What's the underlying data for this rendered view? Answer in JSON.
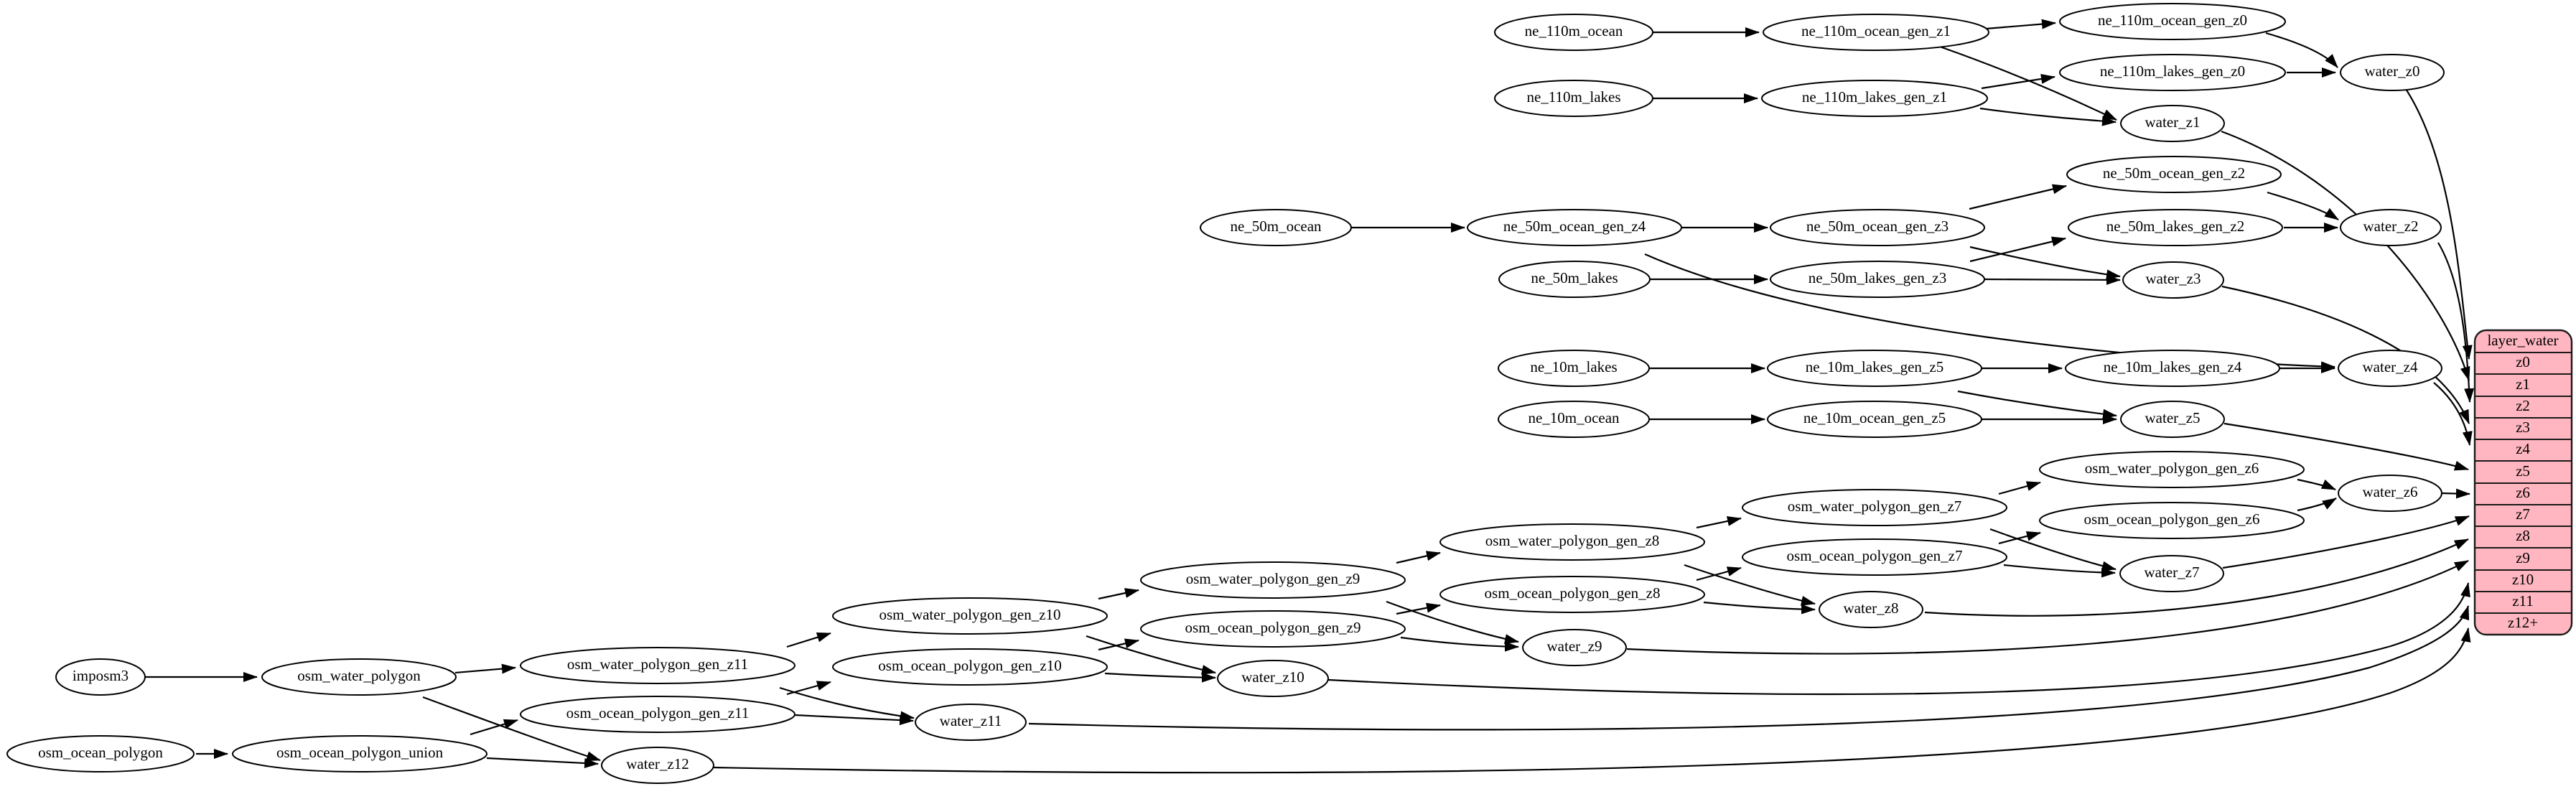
{
  "diagram": {
    "background": "#ffffff",
    "node_fill": "#ffffff",
    "node_stroke": "#000000",
    "edge_color": "#000000"
  },
  "nodes": {
    "ne_110m_ocean": {
      "label": "ne_110m_ocean"
    },
    "ne_110m_ocean_gen_z1": {
      "label": "ne_110m_ocean_gen_z1"
    },
    "ne_110m_ocean_gen_z0": {
      "label": "ne_110m_ocean_gen_z0"
    },
    "ne_110m_lakes": {
      "label": "ne_110m_lakes"
    },
    "ne_110m_lakes_gen_z1": {
      "label": "ne_110m_lakes_gen_z1"
    },
    "ne_110m_lakes_gen_z0": {
      "label": "ne_110m_lakes_gen_z0"
    },
    "water_z0": {
      "label": "water_z0"
    },
    "water_z1": {
      "label": "water_z1"
    },
    "ne_50m_ocean": {
      "label": "ne_50m_ocean"
    },
    "ne_50m_ocean_gen_z4": {
      "label": "ne_50m_ocean_gen_z4"
    },
    "ne_50m_ocean_gen_z3": {
      "label": "ne_50m_ocean_gen_z3"
    },
    "ne_50m_ocean_gen_z2": {
      "label": "ne_50m_ocean_gen_z2"
    },
    "ne_50m_lakes": {
      "label": "ne_50m_lakes"
    },
    "ne_50m_lakes_gen_z3": {
      "label": "ne_50m_lakes_gen_z3"
    },
    "ne_50m_lakes_gen_z2": {
      "label": "ne_50m_lakes_gen_z2"
    },
    "water_z2": {
      "label": "water_z2"
    },
    "water_z3": {
      "label": "water_z3"
    },
    "ne_10m_lakes": {
      "label": "ne_10m_lakes"
    },
    "ne_10m_lakes_gen_z5": {
      "label": "ne_10m_lakes_gen_z5"
    },
    "ne_10m_lakes_gen_z4": {
      "label": "ne_10m_lakes_gen_z4"
    },
    "ne_10m_ocean": {
      "label": "ne_10m_ocean"
    },
    "ne_10m_ocean_gen_z5": {
      "label": "ne_10m_ocean_gen_z5"
    },
    "water_z4": {
      "label": "water_z4"
    },
    "water_z5": {
      "label": "water_z5"
    },
    "osm_water_polygon_gen_z6": {
      "label": "osm_water_polygon_gen_z6"
    },
    "osm_ocean_polygon_gen_z6": {
      "label": "osm_ocean_polygon_gen_z6"
    },
    "water_z6": {
      "label": "water_z6"
    },
    "osm_water_polygon_gen_z7": {
      "label": "osm_water_polygon_gen_z7"
    },
    "osm_ocean_polygon_gen_z7": {
      "label": "osm_ocean_polygon_gen_z7"
    },
    "water_z7": {
      "label": "water_z7"
    },
    "osm_water_polygon_gen_z8": {
      "label": "osm_water_polygon_gen_z8"
    },
    "osm_ocean_polygon_gen_z8": {
      "label": "osm_ocean_polygon_gen_z8"
    },
    "water_z8": {
      "label": "water_z8"
    },
    "osm_water_polygon_gen_z9": {
      "label": "osm_water_polygon_gen_z9"
    },
    "osm_ocean_polygon_gen_z9": {
      "label": "osm_ocean_polygon_gen_z9"
    },
    "water_z9": {
      "label": "water_z9"
    },
    "osm_water_polygon_gen_z10": {
      "label": "osm_water_polygon_gen_z10"
    },
    "osm_ocean_polygon_gen_z10": {
      "label": "osm_ocean_polygon_gen_z10"
    },
    "water_z10": {
      "label": "water_z10"
    },
    "osm_water_polygon_gen_z11": {
      "label": "osm_water_polygon_gen_z11"
    },
    "osm_ocean_polygon_gen_z11": {
      "label": "osm_ocean_polygon_gen_z11"
    },
    "water_z11": {
      "label": "water_z11"
    },
    "imposm3": {
      "label": "imposm3"
    },
    "osm_water_polygon": {
      "label": "osm_water_polygon"
    },
    "osm_ocean_polygon": {
      "label": "osm_ocean_polygon"
    },
    "osm_ocean_polygon_union": {
      "label": "osm_ocean_polygon_union"
    },
    "water_z12": {
      "label": "water_z12"
    }
  },
  "table": {
    "title": "layer_water",
    "rows": [
      "z0",
      "z1",
      "z2",
      "z3",
      "z4",
      "z5",
      "z6",
      "z7",
      "z8",
      "z9",
      "z10",
      "z11",
      "z12+"
    ],
    "fill": "#ffb6c1",
    "stroke": "#1a1a1a"
  },
  "edges": [
    [
      "ne_110m_ocean",
      "ne_110m_ocean_gen_z1"
    ],
    [
      "ne_110m_ocean_gen_z1",
      "ne_110m_ocean_gen_z0"
    ],
    [
      "ne_110m_ocean_gen_z1",
      "water_z1"
    ],
    [
      "ne_110m_ocean_gen_z0",
      "water_z0"
    ],
    [
      "ne_110m_lakes",
      "ne_110m_lakes_gen_z1"
    ],
    [
      "ne_110m_lakes_gen_z1",
      "ne_110m_lakes_gen_z0"
    ],
    [
      "ne_110m_lakes_gen_z1",
      "water_z1"
    ],
    [
      "ne_110m_lakes_gen_z0",
      "water_z0"
    ],
    [
      "water_z0",
      "layer_water:z0"
    ],
    [
      "water_z1",
      "layer_water:z1"
    ],
    [
      "ne_50m_ocean",
      "ne_50m_ocean_gen_z4"
    ],
    [
      "ne_50m_ocean_gen_z4",
      "ne_50m_ocean_gen_z3"
    ],
    [
      "ne_50m_ocean_gen_z4",
      "water_z4"
    ],
    [
      "ne_50m_ocean_gen_z3",
      "ne_50m_ocean_gen_z2"
    ],
    [
      "ne_50m_ocean_gen_z3",
      "water_z3"
    ],
    [
      "ne_50m_ocean_gen_z2",
      "water_z2"
    ],
    [
      "ne_50m_lakes",
      "ne_50m_lakes_gen_z3"
    ],
    [
      "ne_50m_lakes_gen_z3",
      "ne_50m_lakes_gen_z2"
    ],
    [
      "ne_50m_lakes_gen_z3",
      "water_z3"
    ],
    [
      "ne_50m_lakes_gen_z2",
      "water_z2"
    ],
    [
      "water_z2",
      "layer_water:z2"
    ],
    [
      "water_z3",
      "layer_water:z3"
    ],
    [
      "ne_10m_lakes",
      "ne_10m_lakes_gen_z5"
    ],
    [
      "ne_10m_lakes_gen_z5",
      "ne_10m_lakes_gen_z4"
    ],
    [
      "ne_10m_lakes_gen_z5",
      "water_z5"
    ],
    [
      "ne_10m_lakes_gen_z4",
      "water_z4"
    ],
    [
      "ne_10m_ocean",
      "ne_10m_ocean_gen_z5"
    ],
    [
      "ne_10m_ocean_gen_z5",
      "water_z5"
    ],
    [
      "water_z4",
      "layer_water:z4"
    ],
    [
      "water_z5",
      "layer_water:z5"
    ],
    [
      "osm_water_polygon_gen_z6",
      "water_z6"
    ],
    [
      "osm_ocean_polygon_gen_z6",
      "water_z6"
    ],
    [
      "water_z6",
      "layer_water:z6"
    ],
    [
      "osm_water_polygon_gen_z7",
      "osm_water_polygon_gen_z6"
    ],
    [
      "osm_water_polygon_gen_z7",
      "water_z7"
    ],
    [
      "osm_ocean_polygon_gen_z7",
      "osm_ocean_polygon_gen_z6"
    ],
    [
      "osm_ocean_polygon_gen_z7",
      "water_z7"
    ],
    [
      "water_z7",
      "layer_water:z7"
    ],
    [
      "osm_water_polygon_gen_z8",
      "osm_water_polygon_gen_z7"
    ],
    [
      "osm_water_polygon_gen_z8",
      "water_z8"
    ],
    [
      "osm_ocean_polygon_gen_z8",
      "osm_ocean_polygon_gen_z7"
    ],
    [
      "osm_ocean_polygon_gen_z8",
      "water_z8"
    ],
    [
      "water_z8",
      "layer_water:z8"
    ],
    [
      "osm_water_polygon_gen_z9",
      "osm_water_polygon_gen_z8"
    ],
    [
      "osm_water_polygon_gen_z9",
      "water_z9"
    ],
    [
      "osm_ocean_polygon_gen_z9",
      "osm_ocean_polygon_gen_z8"
    ],
    [
      "osm_ocean_polygon_gen_z9",
      "water_z9"
    ],
    [
      "water_z9",
      "layer_water:z9"
    ],
    [
      "osm_water_polygon_gen_z10",
      "osm_water_polygon_gen_z9"
    ],
    [
      "osm_water_polygon_gen_z10",
      "water_z10"
    ],
    [
      "osm_ocean_polygon_gen_z10",
      "osm_ocean_polygon_gen_z9"
    ],
    [
      "osm_ocean_polygon_gen_z10",
      "water_z10"
    ],
    [
      "water_z10",
      "layer_water:z10"
    ],
    [
      "osm_water_polygon_gen_z11",
      "osm_water_polygon_gen_z10"
    ],
    [
      "osm_water_polygon_gen_z11",
      "water_z11"
    ],
    [
      "osm_ocean_polygon_gen_z11",
      "osm_ocean_polygon_gen_z10"
    ],
    [
      "osm_ocean_polygon_gen_z11",
      "water_z11"
    ],
    [
      "water_z11",
      "layer_water:z11"
    ],
    [
      "imposm3",
      "osm_water_polygon"
    ],
    [
      "osm_water_polygon",
      "osm_water_polygon_gen_z11"
    ],
    [
      "osm_water_polygon",
      "water_z12"
    ],
    [
      "osm_ocean_polygon",
      "osm_ocean_polygon_union"
    ],
    [
      "osm_ocean_polygon_union",
      "osm_ocean_polygon_gen_z11"
    ],
    [
      "osm_ocean_polygon_union",
      "water_z12"
    ],
    [
      "water_z12",
      "layer_water:z12+"
    ]
  ]
}
